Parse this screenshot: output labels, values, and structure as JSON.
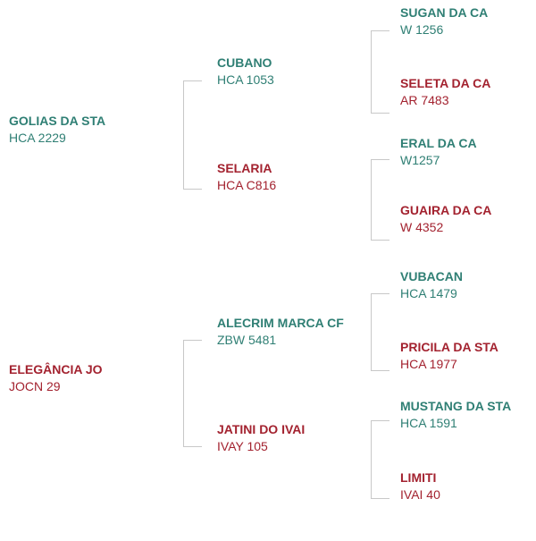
{
  "pedigree": {
    "sire": {
      "name": "GOLIAS DA STA",
      "code": "HCA 2229"
    },
    "dam": {
      "name": "ELEGÂNCIA JO",
      "code": "JOCN 29"
    },
    "sire_sire": {
      "name": "CUBANO",
      "code": "HCA 1053"
    },
    "sire_dam": {
      "name": "SELARIA",
      "code": "HCA C816"
    },
    "dam_sire": {
      "name": "ALECRIM MARCA CF",
      "code": "ZBW 5481"
    },
    "dam_dam": {
      "name": "JATINI DO IVAI",
      "code": "IVAY 105"
    },
    "ss_sire": {
      "name": "SUGAN DA CA",
      "code": "W 1256"
    },
    "ss_dam": {
      "name": "SELETA DA CA",
      "code": "AR 7483"
    },
    "sd_sire": {
      "name": "ERAL DA CA",
      "code": "W1257"
    },
    "sd_dam": {
      "name": "GUAIRA DA CA",
      "code": "W 4352"
    },
    "ds_sire": {
      "name": "VUBACAN",
      "code": "HCA 1479"
    },
    "ds_dam": {
      "name": "PRICILA DA STA",
      "code": "HCA 1977"
    },
    "dd_sire": {
      "name": "MUSTANG DA STA",
      "code": "HCA 1591"
    },
    "dd_dam": {
      "name": "LIMITI",
      "code": "IVAI 40"
    }
  },
  "colors": {
    "male": "#2f7f74",
    "female": "#a3222f",
    "connector": "#c8c8c8"
  }
}
